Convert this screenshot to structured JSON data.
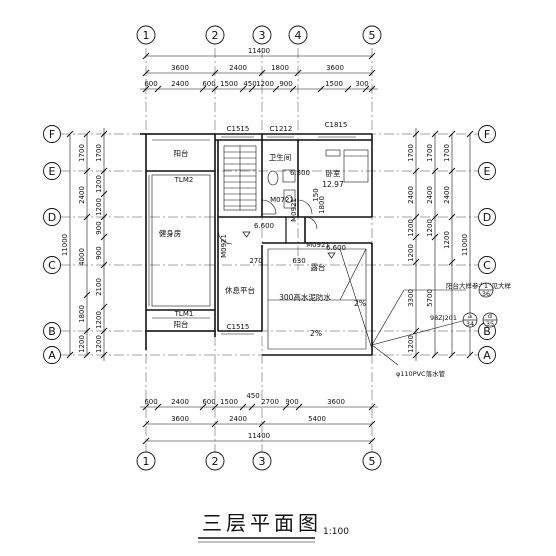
{
  "title": "三层平面图",
  "scale": "1:100",
  "axes": {
    "vertical": [
      "1",
      "2",
      "3",
      "4",
      "5"
    ],
    "horizontal": [
      "F",
      "E",
      "D",
      "C",
      "B",
      "A"
    ]
  },
  "dims": {
    "top_total": "11400",
    "top_row1": [
      "3600",
      "2400",
      "1800",
      "3600"
    ],
    "top_row2": [
      "600",
      "2400",
      "600",
      "1500",
      "450",
      "1200",
      "900",
      "1500",
      "300"
    ],
    "bottom_total": "11400",
    "bottom_row1": [
      "3600",
      "2400",
      "5400"
    ],
    "bottom_row2": [
      "600",
      "2400",
      "600",
      "1500",
      "450",
      "2700",
      "900",
      "3600"
    ],
    "left_total": "11000",
    "left_col1": [
      "1700",
      "2400",
      "4000",
      "1800",
      "1200"
    ],
    "left_col2": [
      "1700",
      "1200",
      "1200",
      "900",
      "900",
      "2100",
      "1200",
      "1200"
    ],
    "right_total": "11000",
    "right_col1": [
      "1700",
      "2400",
      "1200",
      "1200",
      "3300",
      "1200"
    ],
    "right_col2": [
      "1700",
      "2400",
      "1200",
      "5700"
    ]
  },
  "rooms": {
    "balcony_top": "阳台",
    "balcony_bottom": "阳台",
    "gym": "健身房",
    "rest_platform": "休息平台",
    "bathroom": "卫生间",
    "bedroom": "卧室",
    "bedroom_area": "12.97",
    "terrace": "露台",
    "terrace_note": "300高水泥防水",
    "slope1": "2%",
    "slope2": "2%"
  },
  "windows": {
    "c1515_top": "C1515",
    "c1212": "C1212",
    "c1815": "C1815",
    "c1515_bottom": "C1515",
    "tlm_top": "TLM2",
    "tlm_bottom": "TLM1"
  },
  "doors": {
    "m0721": "M0721",
    "m0921_a": "M0921",
    "m0921_b": "M0921",
    "m0921_c": "M0921"
  },
  "levels": {
    "level1": "6.600",
    "level2": "6.600",
    "level3": "6.500",
    "dim_150": "150",
    "dim_270": "270",
    "dim_630": "630",
    "dim_1800": "1800"
  },
  "annotations": {
    "pipe": "φ110PVC落水管",
    "detail_note": "阳台大样参考详见大样",
    "detail_ref1": "1",
    "detail_sheet1": "36",
    "detail_ref2": "98ZJ201",
    "detail_ref3": "a",
    "detail_sheet3": "34",
    "detail_ref4": "d",
    "detail_sheet4": "35"
  }
}
